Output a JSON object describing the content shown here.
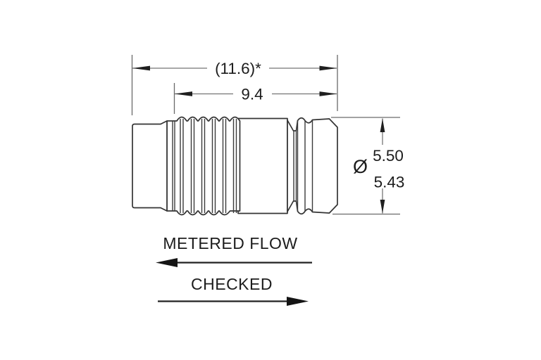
{
  "drawing": {
    "background": "#ffffff",
    "outline_color": "#343434",
    "dimension_line_color": "#757575",
    "text_color": "#1c1c1c",
    "dimensions": {
      "overall_length": "(11.6)*",
      "grip_length": "9.4",
      "diameter_symbol": "Ø",
      "diameter_max": "5.50",
      "diameter_min": "5.43"
    },
    "flow": {
      "metered_label": "METERED FLOW",
      "metered_direction": "left",
      "checked_label": "CHECKED",
      "checked_direction": "right"
    }
  }
}
